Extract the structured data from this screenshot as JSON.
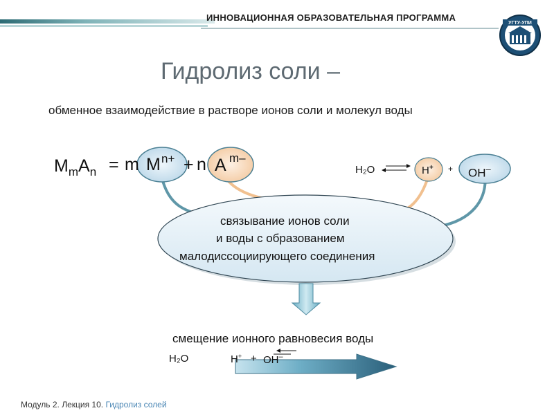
{
  "header": {
    "program_title": "ИННОВАЦИОННАЯ ОБРАЗОВАТЕЛЬНАЯ ПРОГРАММА",
    "logo_text": "УГТУ-УПИ"
  },
  "slide": {
    "title": "Гидролиз соли –",
    "subtitle": "обменное взаимодействие в растворе ионов соли и молекул воды"
  },
  "equation": {
    "M": "M",
    "m": "m",
    "A": "A",
    "n": "n",
    "equals": "=",
    "coef_m": "m",
    "cation": "M",
    "cation_charge": "n+",
    "plus": "+",
    "coef_n": "n",
    "anion": "A",
    "anion_charge": "m–"
  },
  "water_dissociation": {
    "h2o": "H₂O",
    "h_ion": "H",
    "h_charge": "+",
    "plus": "+",
    "oh_ion": "OH",
    "oh_charge": "–"
  },
  "oval": {
    "line1": "связывание ионов соли",
    "line2": "и воды с образованием",
    "line3": "малодиссоциирующего   соединения"
  },
  "shift": {
    "text": "смещение  ионного равновесия воды",
    "h2o": "H₂O",
    "h_ion": "H",
    "h_charge": "+",
    "plus": "+",
    "oh_ion": "OH",
    "oh_charge": "–"
  },
  "footer": {
    "prefix": "Модуль 2. Лекция 10.",
    "topic": "Гидролиз солей"
  },
  "colors": {
    "header_teal": "#7fb3b8",
    "blue_oval": "#cfe2ee",
    "orange_oval": "#f7d6b6",
    "blue_curve": "#5f97a8",
    "orange_curve": "#f1c08f",
    "arrow_blue": "#8fc7d8"
  }
}
